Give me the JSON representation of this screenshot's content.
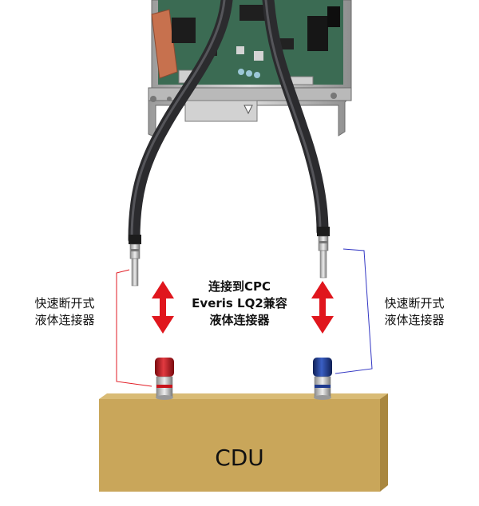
{
  "labels": {
    "left": "快速断开式\n液体连接器",
    "center": "连接到CPC\nEveris LQ2兼容\n液体连接器",
    "right": "快速断开式\n液体连接器",
    "cdu": "CDU"
  },
  "colors": {
    "arrow": "#e0161d",
    "left_bracket": "#e21b23",
    "right_bracket": "#3438c4",
    "cdu_front": "#c9a65a",
    "cdu_top": "#d9bb75",
    "cdu_side": "#a9873f",
    "hose": "#2b2b2e",
    "server_pcb": "#3b6b53",
    "red_cap": "#c8141c",
    "blue_cap": "#1f3a8f"
  },
  "icons": {
    "up_down_arrow": "double-headed-vertical-arrow"
  }
}
